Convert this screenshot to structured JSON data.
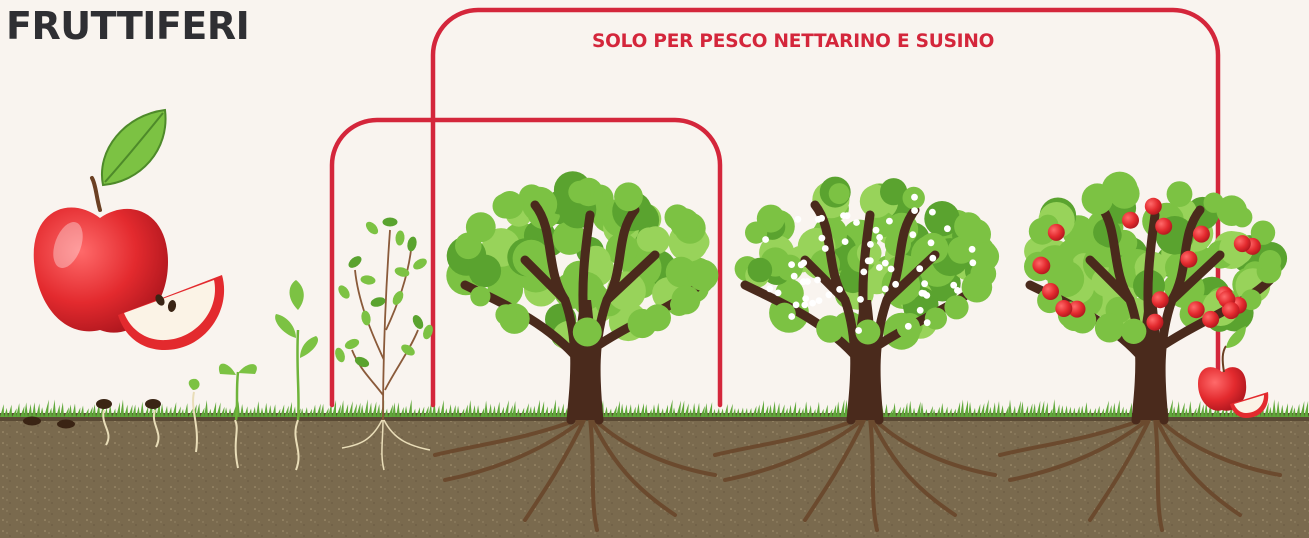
{
  "title": "FRUTTIFERI",
  "bracket_label": "SOLO PER PESCO NETTARINO E SUSINO",
  "colors": {
    "background": "#f9f4ef",
    "bracket": "#d4263b",
    "title": "#2f2f33",
    "soil": "#7a6a4e",
    "grass": "#5fa83a",
    "foliage": "#7cc243",
    "trunk": "#4a2a1c",
    "apple": "#e32a2e",
    "blossom": "#ffffff"
  },
  "stages": [
    {
      "name": "seed"
    },
    {
      "name": "germinating-seed"
    },
    {
      "name": "sprout"
    },
    {
      "name": "seedling"
    },
    {
      "name": "young-plant"
    },
    {
      "name": "sapling"
    },
    {
      "name": "leafy-tree"
    },
    {
      "name": "flowering-tree"
    },
    {
      "name": "fruiting-tree"
    }
  ]
}
